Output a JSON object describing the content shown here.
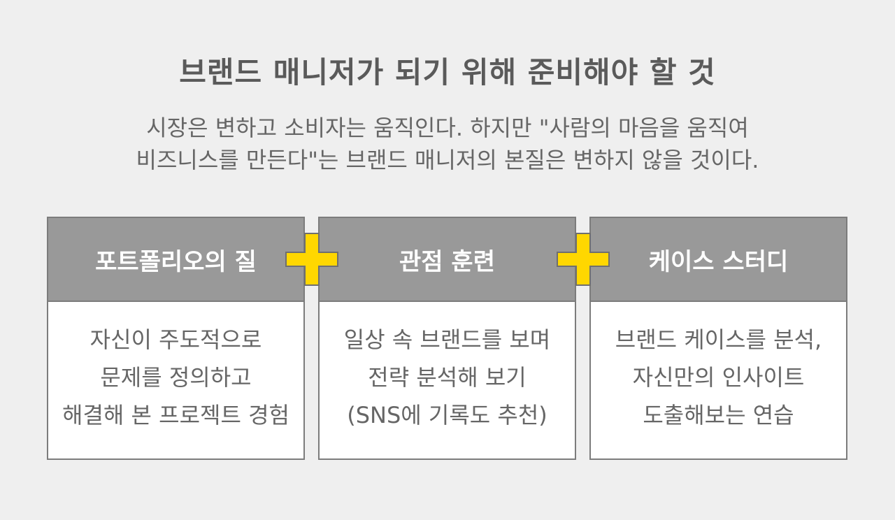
{
  "title": "브랜드 매니저가 되기 위해 준비해야 할 것",
  "subtitle": {
    "lines": [
      "시장은 변하고 소비자는 움직인다. 하지만 \"사람의 마음을 움직여",
      "비즈니스를 만든다\"는 브랜드 매니저의 본질은 변하지 않을 것이다."
    ]
  },
  "cards": [
    {
      "header": "포트폴리오의 질",
      "lines": [
        "자신이 주도적으로",
        "문제를 정의하고",
        "해결해 본 프로젝트 경험"
      ]
    },
    {
      "header": "관점 훈련",
      "lines": [
        "일상 속 브랜드를 보며",
        "전략 분석해 보기",
        "(SNS에 기록도 추천)"
      ]
    },
    {
      "header": "케이스 스터디",
      "lines": [
        "브랜드 케이스를 분석,",
        "자신만의 인사이트",
        "도출해보는 연습"
      ]
    }
  ],
  "colors": {
    "background": "#efefef",
    "header_fill": "#999999",
    "border": "#7c7c7c",
    "plus_fill": "#ffd700",
    "plus_outline": "#6f6f6f",
    "text": "#666666"
  },
  "icons": {
    "connector": "plus-icon"
  }
}
